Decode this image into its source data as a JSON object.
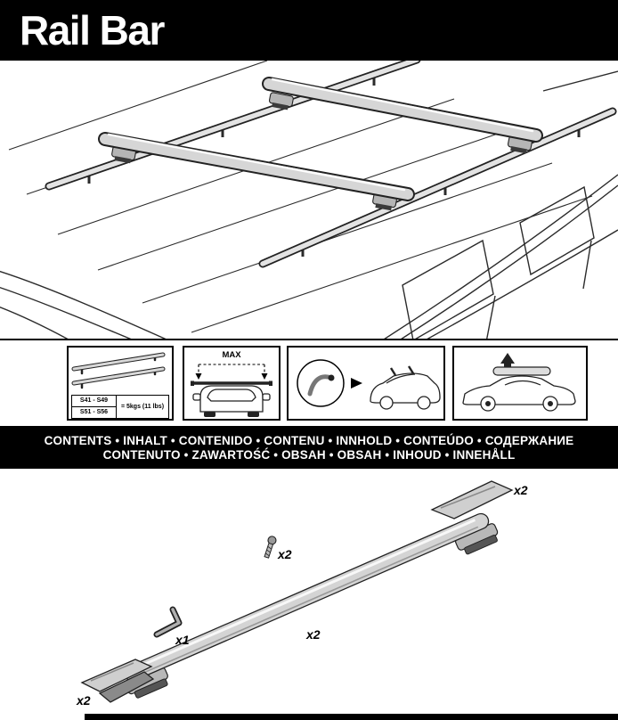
{
  "page": {
    "title": "Rail Bar"
  },
  "spec_box": {
    "model_range_1": "S41 - S49",
    "model_range_2": "S51 - S56",
    "load_value": "= 5kgs (11 lbs)"
  },
  "max_box": {
    "label": "MAX"
  },
  "contents_bar": {
    "line1": "CONTENTS • INHALT • CONTENIDO • CONTENU • INNHOLD • CONTEÚDO • СОДЕРЖАНИЕ",
    "line2": "CONTENUTO • ZAWARTOŚĆ • OBSAH • OBSAH • INHOUD • INNEHÅLL"
  },
  "parts": {
    "end_cover_qty": "x2",
    "screw_qty": "x2",
    "bar_qty": "x2",
    "allen_key_qty": "x1",
    "foot_qty": "x2"
  },
  "icons": {
    "spec_box_drawing": "two-rail-bars-icon",
    "max_box_drawing": "max-width-car-front-icon",
    "torque_box_drawing": "tighten-check-car-icon",
    "load_box_drawing": "car-roof-box-icon"
  },
  "colors": {
    "page_bg": "#ffffff",
    "band_bg": "#000000",
    "band_text": "#ffffff",
    "line_art": "#2b2b2b",
    "metal_fill": "#d4d4d4"
  }
}
